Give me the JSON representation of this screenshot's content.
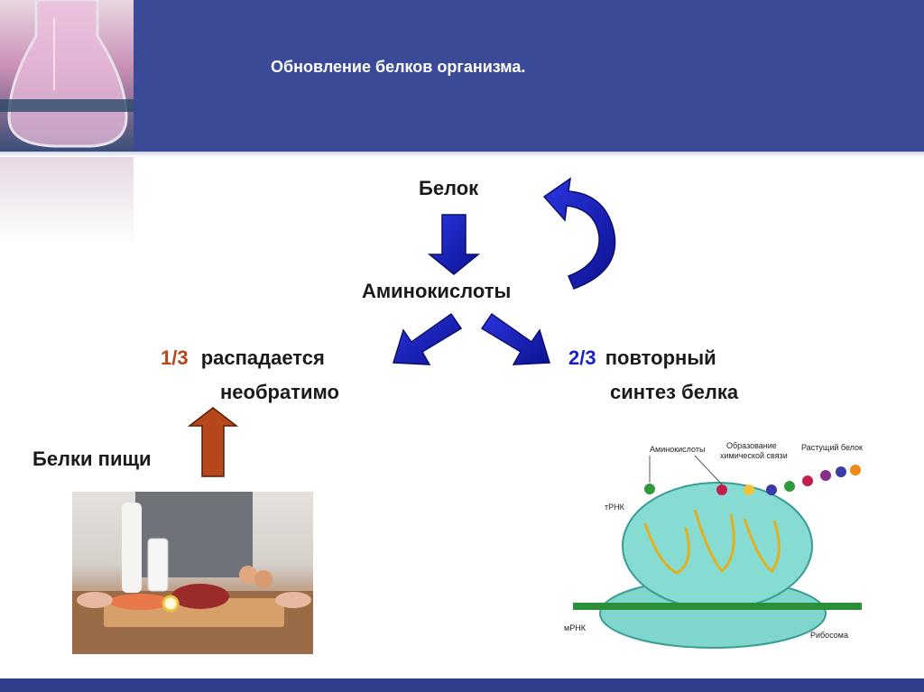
{
  "slide": {
    "title": "Обновление белков организма.",
    "node_protein": "Белок",
    "node_amino": "Аминокислоты",
    "left_fraction": "1/3",
    "left_text_1": "распадается",
    "left_text_2": "необратимо",
    "right_fraction": "2/3",
    "right_text_1": "повторный",
    "right_text_2": "синтез белка",
    "food_label": "Белки пищи"
  },
  "diagram": {
    "amino": "Аминокислоты",
    "bond_1": "Образование",
    "bond_2": "химической связи",
    "growing": "Растущий белок",
    "trna": "тРНК",
    "mrna": "мРНК",
    "ribosome": "Рибосома"
  },
  "colors": {
    "header": "#3b4a96",
    "arrow_blue": "#1a1fc7",
    "arrow_red": "#b5471b",
    "fraction_red": "#b5471b",
    "fraction_blue": "#1a1fc7"
  },
  "icons": {
    "flask": "flask-image",
    "food": "food-photo",
    "ribosome": "ribosome-diagram"
  }
}
